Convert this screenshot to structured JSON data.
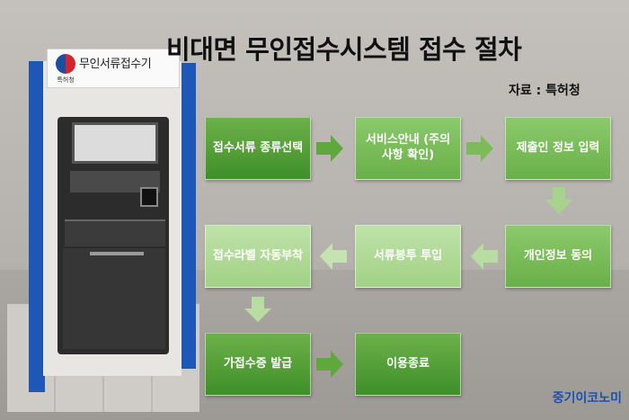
{
  "title": "비대면 무인접수시스템 접수 절차",
  "source": "자료 : 특허청",
  "kiosk": {
    "sign": "무인서류접수기",
    "emblem_label": "특허청"
  },
  "steps": [
    {
      "label": "접수서류 종류선택"
    },
    {
      "label": "서비스안내 (주의사항 확인)"
    },
    {
      "label": "제출인 정보 입력"
    },
    {
      "label": "개인정보 동의"
    },
    {
      "label": "서류봉투 투입"
    },
    {
      "label": "접수라벨 자동부착"
    },
    {
      "label": "가접수증 발급"
    },
    {
      "label": "이용종료"
    }
  ],
  "brand": "중기이코노미",
  "colors": {
    "step_dark": "#3f8f28",
    "step_mid": "#69b048",
    "step_light": "#a2d186",
    "arrow": "#7dbb5a",
    "brand": "#1e4fb0"
  }
}
